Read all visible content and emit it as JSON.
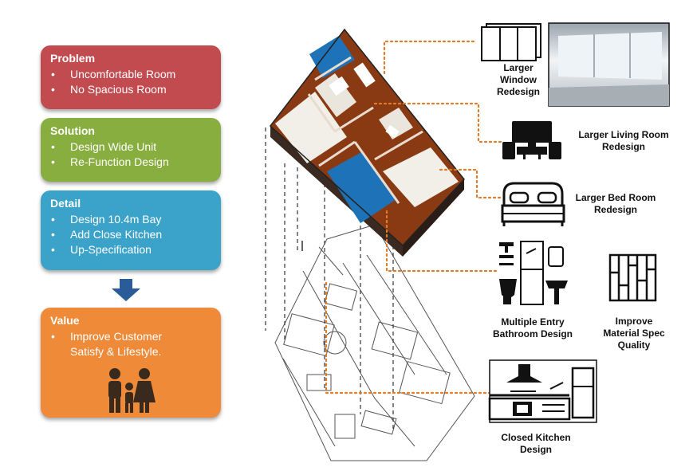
{
  "problem": {
    "title": "Problem",
    "items": [
      "Uncomfortable Room",
      "No Spacious Room"
    ]
  },
  "solution": {
    "title": "Solution",
    "items": [
      "Design Wide Unit",
      "Re-Function Design"
    ]
  },
  "detail": {
    "title": "Detail",
    "items": [
      "Design 10.4m Bay",
      "Add Close Kitchen",
      "Up-Specification"
    ]
  },
  "value": {
    "title": "Value",
    "items": [
      "Improve Customer Satisfy & Lifestyle."
    ]
  },
  "features": {
    "window": "Larger Window Redesign",
    "living": "Larger Living Room Redesign",
    "bedroom": "Larger Bed Room Redesign",
    "bathroom": "Multiple Entry Bathroom Design",
    "material": "Improve Material Spec Quality",
    "kitchen": "Closed Kitchen Design"
  },
  "colors": {
    "problem": "#C24B4F",
    "solution": "#88AE40",
    "detail": "#3BA3C9",
    "value": "#EE8A38",
    "arrow": "#2A5C9A",
    "leader": "#E07B2A",
    "floor": "#8A3A12",
    "bath": "#1D72B8"
  }
}
